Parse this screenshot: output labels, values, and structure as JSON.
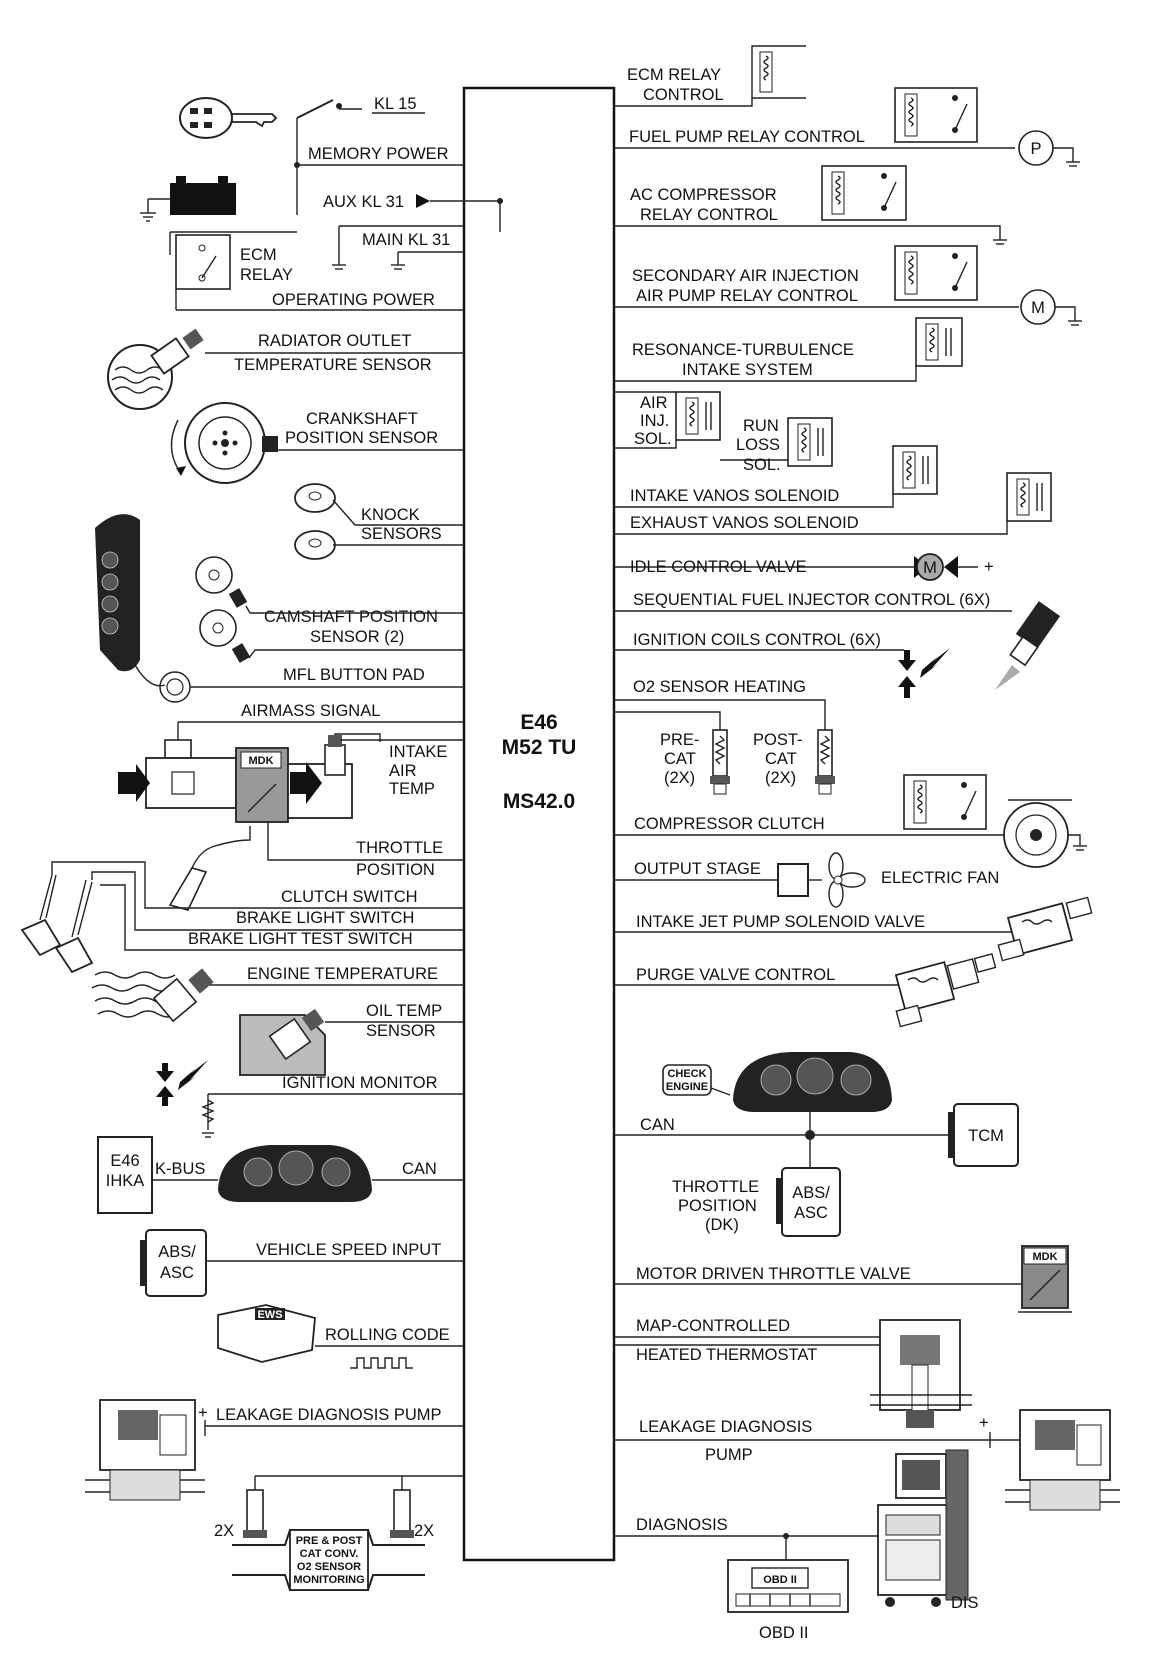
{
  "ecm": {
    "line1": "E46",
    "line2": "M52 TU",
    "line3": "MS42.0"
  },
  "left": {
    "kl15": "KL 15",
    "memory_power": "MEMORY POWER",
    "aux_kl31": "AUX KL 31",
    "main_kl31": "MAIN KL 31",
    "ecm_relay_1": "ECM",
    "ecm_relay_2": "RELAY",
    "operating_power": "OPERATING POWER",
    "radiator_1": "RADIATOR OUTLET",
    "radiator_2": "TEMPERATURE SENSOR",
    "crank_1": "CRANKSHAFT",
    "crank_2": "POSITION SENSOR",
    "knock_1": "KNOCK",
    "knock_2": "SENSORS",
    "cam_1": "CAMSHAFT POSITION",
    "cam_2": "SENSOR (2)",
    "mfl": "MFL BUTTON PAD",
    "airmass": "AIRMASS SIGNAL",
    "iat_1": "INTAKE",
    "iat_2": "AIR",
    "iat_3": "TEMP",
    "mdk": "MDK",
    "throttle_1": "THROTTLE",
    "throttle_2": "POSITION",
    "clutch": "CLUTCH SWITCH",
    "brake": "BRAKE LIGHT SWITCH",
    "brake_test": "BRAKE LIGHT TEST SWITCH",
    "engine_temp": "ENGINE TEMPERATURE",
    "oil_1": "OIL TEMP",
    "oil_2": "SENSOR",
    "ign_monitor": "IGNITION MONITOR",
    "ihka_1": "E46",
    "ihka_2": "IHKA",
    "kbus": "K-BUS",
    "can": "CAN",
    "abs_1": "ABS/",
    "abs_2": "ASC",
    "vsi": "VEHICLE SPEED INPUT",
    "rolling": "ROLLING CODE",
    "ews": "EWS",
    "ldp": "LEAKAGE DIAGNOSIS PUMP",
    "plus": "+",
    "two_x_a": "2X",
    "two_x_b": "2X",
    "o2mon_1": "PRE & POST",
    "o2mon_2": "CAT CONV.",
    "o2mon_3": "O2 SENSOR",
    "o2mon_4": "MONITORING"
  },
  "right": {
    "ecm_relay_ctl_1": "ECM RELAY",
    "ecm_relay_ctl_2": "CONTROL",
    "fuel_pump": "FUEL PUMP RELAY CONTROL",
    "pump_symbol": "P",
    "ac_1": "AC COMPRESSOR",
    "ac_2": "RELAY CONTROL",
    "sai_1": "SECONDARY AIR INJECTION",
    "sai_2": "AIR PUMP RELAY CONTROL",
    "motor_symbol": "M",
    "res_1": "RESONANCE-TURBULENCE",
    "res_2": "INTAKE SYSTEM",
    "airinj_1": "AIR",
    "airinj_2": "INJ.",
    "airinj_3": "SOL.",
    "run_1": "RUN",
    "run_2": "LOSS",
    "run_3": "SOL.",
    "intake_vanos": "INTAKE VANOS SOLENOID",
    "exhaust_vanos": "EXHAUST VANOS SOLENOID",
    "idle": "IDLE CONTROL VALVE",
    "idle_m": "M",
    "idle_plus": "+",
    "injector": "SEQUENTIAL FUEL INJECTOR CONTROL (6X)",
    "coils": "IGNITION COILS CONTROL (6X)",
    "o2heat": "O2 SENSOR HEATING",
    "pre_1": "PRE-",
    "pre_2": "CAT",
    "pre_3": "(2X)",
    "post_1": "POST-",
    "post_2": "CAT",
    "post_3": "(2X)",
    "compressor": "COMPRESSOR CLUTCH",
    "output_stage": "OUTPUT STAGE",
    "fan": "ELECTRIC FAN",
    "jet_pump": "INTAKE JET PUMP SOLENOID VALVE",
    "purge": "PURGE VALVE CONTROL",
    "check_1": "CHECK",
    "check_2": "ENGINE",
    "can": "CAN",
    "tcm": "TCM",
    "tps_1": "THROTTLE",
    "tps_2": "POSITION",
    "tps_3": "(DK)",
    "abs_1": "ABS/",
    "abs_2": "ASC",
    "mdtv": "MOTOR DRIVEN THROTTLE VALVE",
    "mdk": "MDK",
    "map_1": "MAP-CONTROLLED",
    "map_2": "HEATED THERMOSTAT",
    "ldp_1": "LEAKAGE DIAGNOSIS",
    "ldp_2": "PUMP",
    "plus": "+",
    "diagnosis": "DIAGNOSIS",
    "obd": "OBD II",
    "obd_screen": "OBD II",
    "dis": "DIS"
  }
}
